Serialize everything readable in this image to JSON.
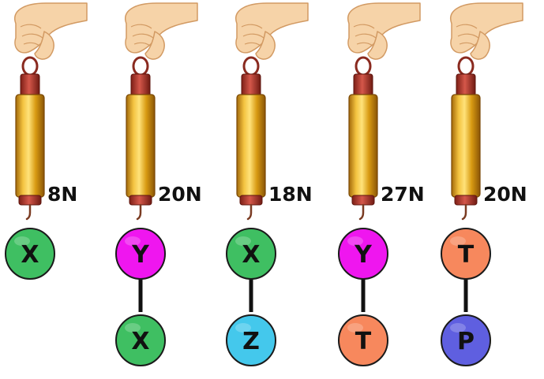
{
  "colors": {
    "X": "#3fbf62",
    "Y": "#ef16ef",
    "Z": "#44c8ec",
    "T": "#f7885d",
    "P": "#5f5fe0",
    "skin": "#f6d3a8",
    "skin_outline": "#d29a63",
    "barrel": "#e3a71b",
    "barrel_dark": "#a3690a",
    "cap": "#b8382b"
  },
  "setups": [
    {
      "reading": "8N",
      "upper": "X",
      "lower": null
    },
    {
      "reading": "20N",
      "upper": "Y",
      "lower": "X"
    },
    {
      "reading": "18N",
      "upper": "X",
      "lower": "Z"
    },
    {
      "reading": "27N",
      "upper": "Y",
      "lower": "T"
    },
    {
      "reading": "20N",
      "upper": "T",
      "lower": "P"
    }
  ]
}
